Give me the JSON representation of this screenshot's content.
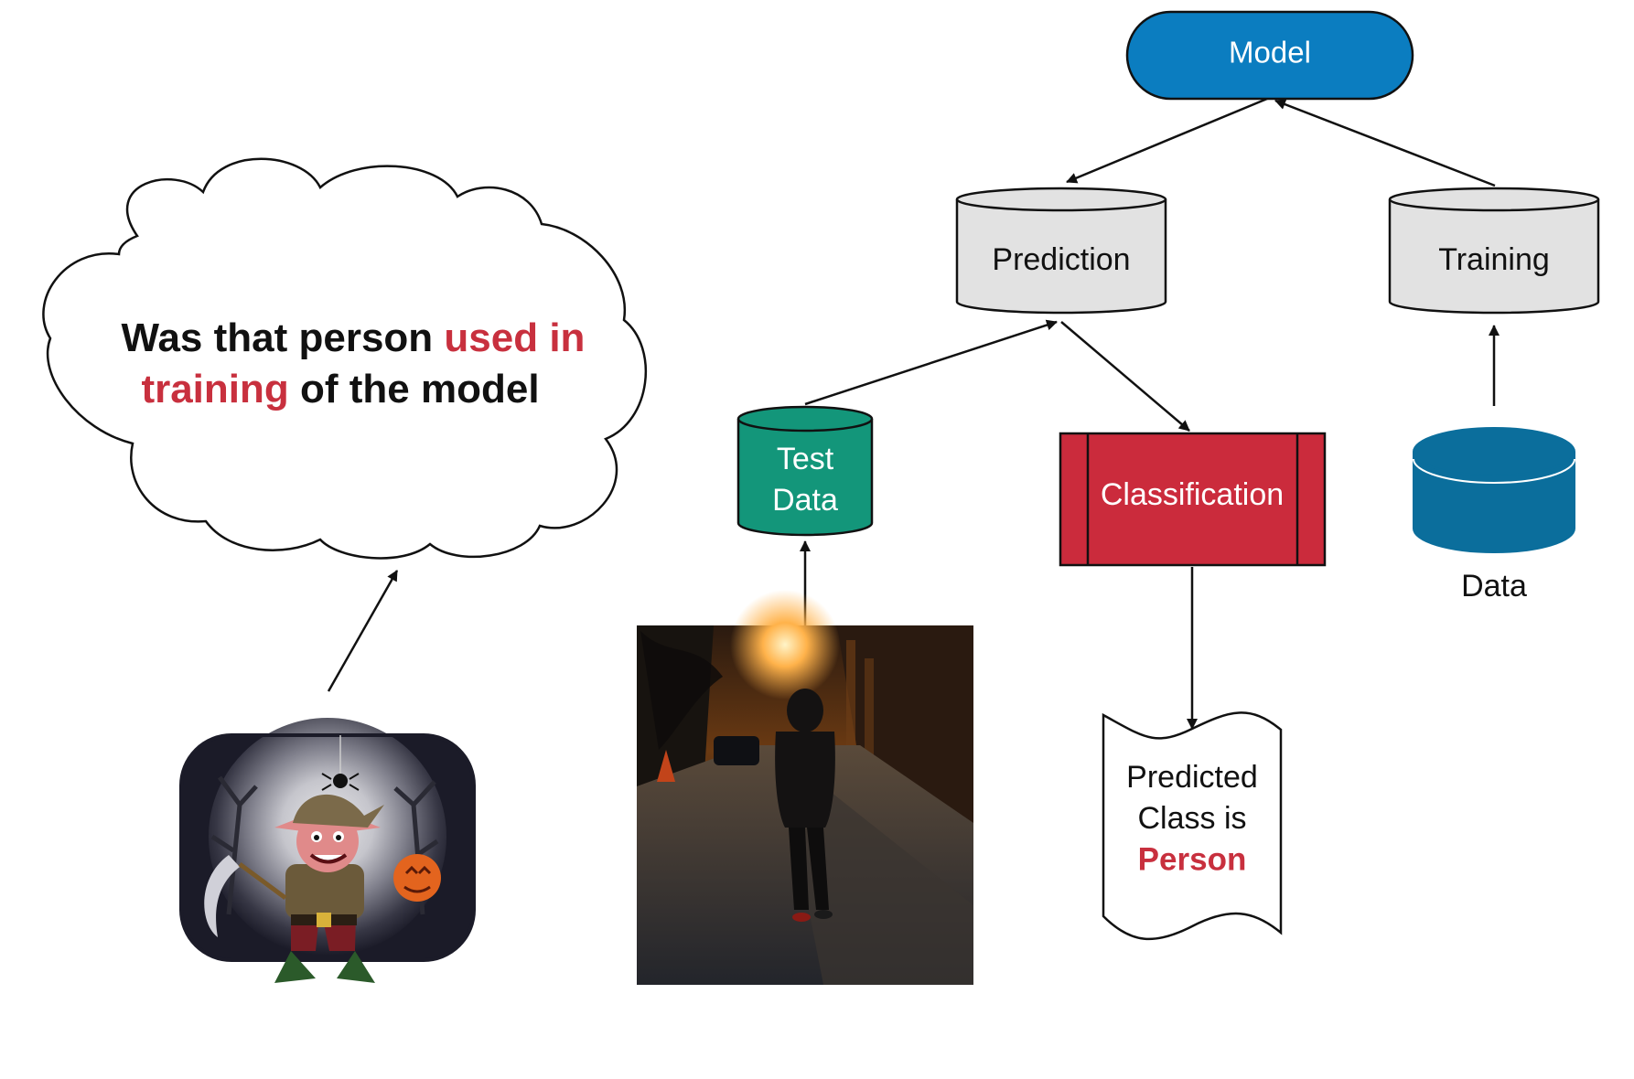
{
  "colors": {
    "model_fill": "#0b7dc0",
    "cylinder_gray": "#e2e2e2",
    "test_data_teal": "#13967a",
    "classification_red": "#cb2b3c",
    "data_blue": "#0b6e9c",
    "highlight_red": "#c8303e",
    "stroke": "#111111"
  },
  "cloud": {
    "line1_prefix": "Was that person ",
    "line1_highlight": "used in",
    "line2_highlight": "training",
    "line2_suffix": " of the model"
  },
  "nodes": {
    "model": "Model",
    "prediction": "Prediction",
    "training": "Training",
    "test_data_line1": "Test",
    "test_data_line2": "Data",
    "classification": "Classification",
    "data": "Data",
    "output_line1": "Predicted",
    "output_line2": "Class is",
    "output_line3": "Person"
  },
  "images": {
    "attacker": "halloween-elf-attacker-illustration",
    "street": "hooded-person-walking-city-street-photo"
  }
}
